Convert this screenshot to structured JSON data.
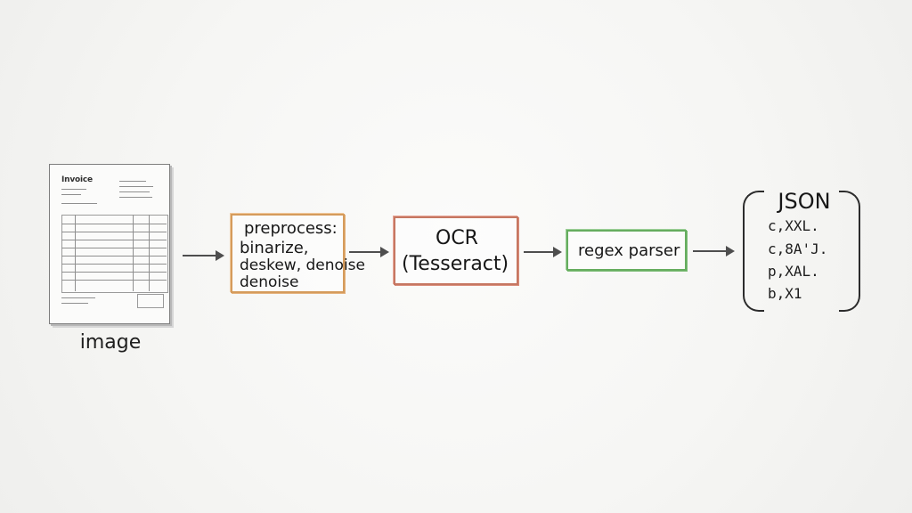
{
  "diagram": {
    "input": {
      "label": "image",
      "document_title": "Invoice"
    },
    "steps": [
      {
        "lines": [
          "preprocess:",
          "binarize,",
          "deskew, denoise",
          "denoise"
        ]
      },
      {
        "lines": [
          "OCR",
          "(Tesseract)"
        ]
      },
      {
        "lines": [
          "regex parser"
        ]
      }
    ],
    "output": {
      "title": "JSON",
      "lines": [
        "c,XXL.",
        "c,8A'J.",
        "p,XAL.",
        "b,X1"
      ]
    }
  },
  "colors": {
    "preprocess_border": "#d59b5c",
    "ocr_border": "#c67762",
    "parser_border": "#66ad5f",
    "ink": "#1f1f1f"
  }
}
